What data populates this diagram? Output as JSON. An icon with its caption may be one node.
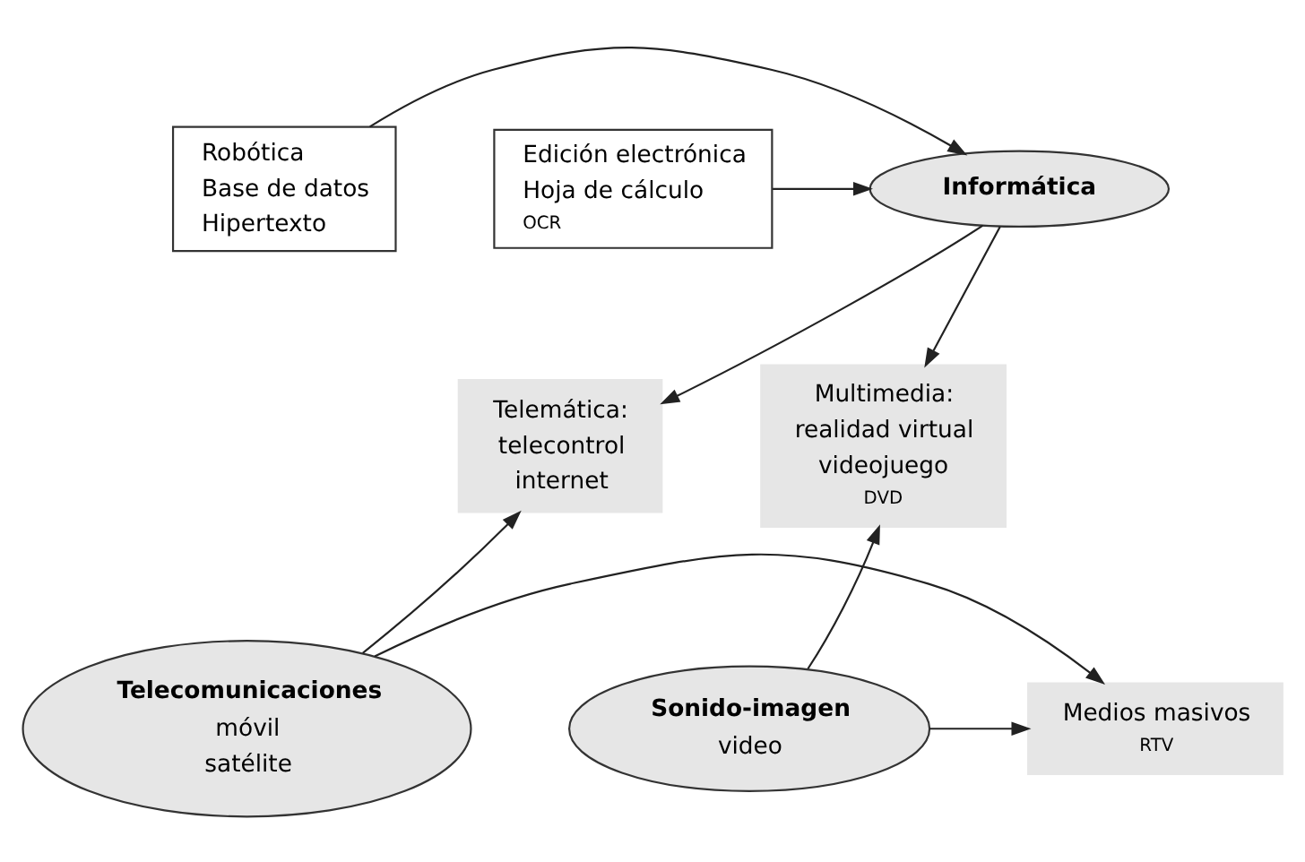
{
  "diagram": {
    "nodes": [
      {
        "text": [
          "Robótica",
          "Base de datos",
          "Hipertexto"
        ]
      },
      {
        "text": [
          "Informática"
        ]
      },
      {
        "text": [
          "Edición electrónica",
          "Hoja de cálculo",
          "OCR"
        ]
      },
      {
        "text": [
          "Telemática:",
          "telecontrol",
          "internet"
        ]
      },
      {
        "text": [
          "Multimedia:",
          "realidad virtual",
          "videojuego",
          "DVD"
        ]
      },
      {
        "text": [
          "Telecomunicaciones",
          "móvil",
          "satélite"
        ]
      },
      {
        "text": [
          "Medios masivos",
          "RTV"
        ]
      },
      {
        "text": [
          "Sonido-imagen",
          "video"
        ]
      }
    ],
    "edges": [
      {
        "from": 0,
        "to": 1,
        "arrow": "to"
      },
      {
        "from": 2,
        "to": 1,
        "arrow": "to"
      },
      {
        "from": 1,
        "to": 3,
        "arrow": "to"
      },
      {
        "from": 1,
        "to": 4,
        "arrow": "to"
      },
      {
        "from": 5,
        "to": 3,
        "arrow": "to"
      },
      {
        "from": 7,
        "to": 4,
        "arrow": "to"
      },
      {
        "from": 5,
        "to": 6,
        "arrow": "to"
      },
      {
        "from": 7,
        "to": 6,
        "arrow": "to"
      }
    ]
  }
}
